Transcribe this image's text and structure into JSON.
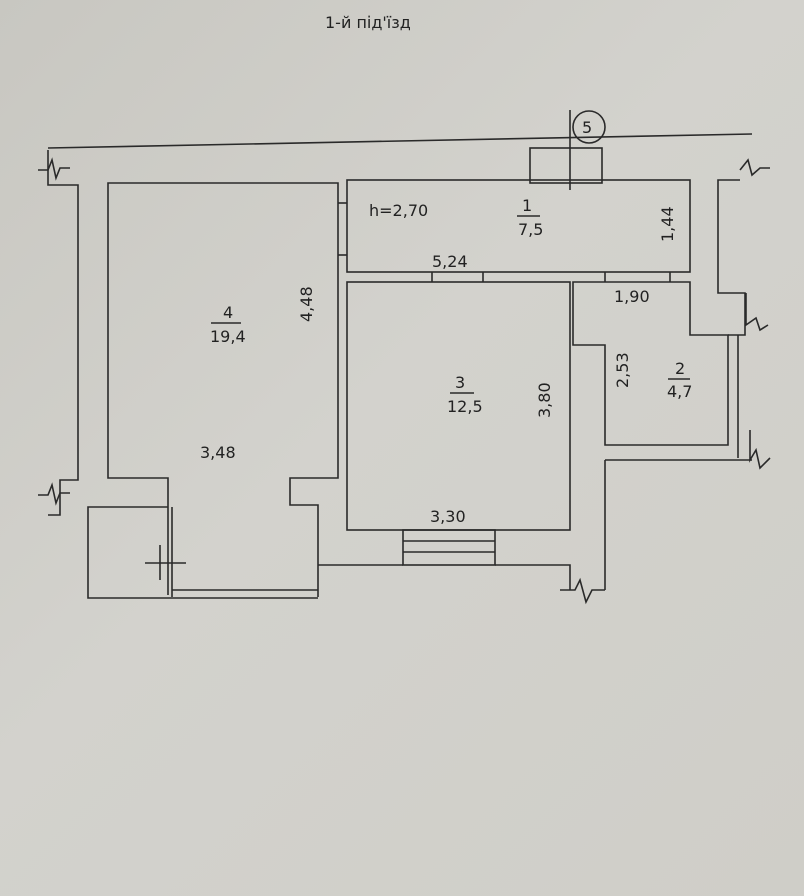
{
  "title": "1-й під'їзд",
  "axis_marker": "5",
  "ceiling_height": "h=2,70",
  "rooms": [
    {
      "number": "1",
      "area": "7,5",
      "dims": [
        "5,24",
        "1,44"
      ]
    },
    {
      "number": "2",
      "area": "4,7",
      "dims": [
        "1,90",
        "2,53"
      ]
    },
    {
      "number": "3",
      "area": "12,5",
      "dims": [
        "3,30",
        "3,80"
      ]
    },
    {
      "number": "4",
      "area": "19,4",
      "dims": [
        "3,48",
        "4,48"
      ]
    }
  ]
}
